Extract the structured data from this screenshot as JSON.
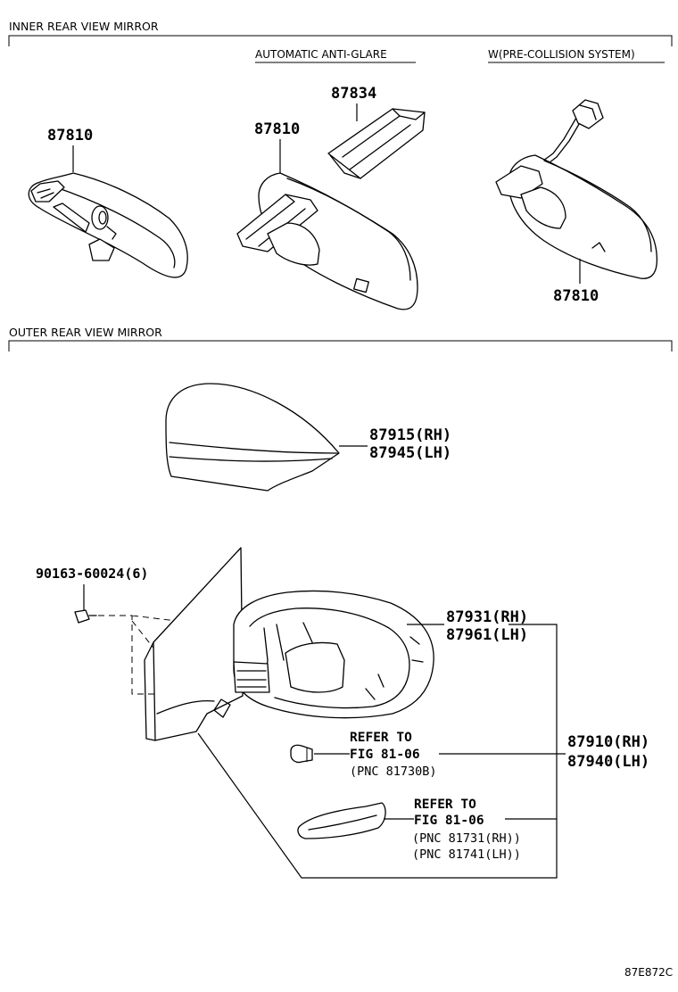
{
  "sections": {
    "inner": {
      "title": "INNER REAR VIEW MIRROR",
      "subheadings": [
        "AUTOMATIC ANTI-GLARE",
        "W(PRE-COLLISION SYSTEM)"
      ]
    },
    "outer": {
      "title": "OUTER REAR VIEW MIRROR"
    }
  },
  "callouts": {
    "mirror_std": "87810",
    "mirror_auto": "87810",
    "cover_87834": "87834",
    "mirror_pcs": "87810",
    "cover_rh": "87915(RH)",
    "cover_lh": "87945(LH)",
    "screw": "90163-60024(6)",
    "housing_rh": "87931(RH)",
    "housing_lh": "87961(LH)",
    "assy_rh": "87910(RH)",
    "assy_lh": "87940(LH)"
  },
  "refers": {
    "bulb": {
      "line1": "REFER TO",
      "line2": "FIG 81-06",
      "line3": "(PNC 81730B)"
    },
    "turn_lamp": {
      "line1": "REFER TO",
      "line2": "FIG 81-06",
      "line3": "(PNC 81731(RH))",
      "line4": "(PNC 81741(LH))"
    }
  },
  "figure_code": "87E872C"
}
